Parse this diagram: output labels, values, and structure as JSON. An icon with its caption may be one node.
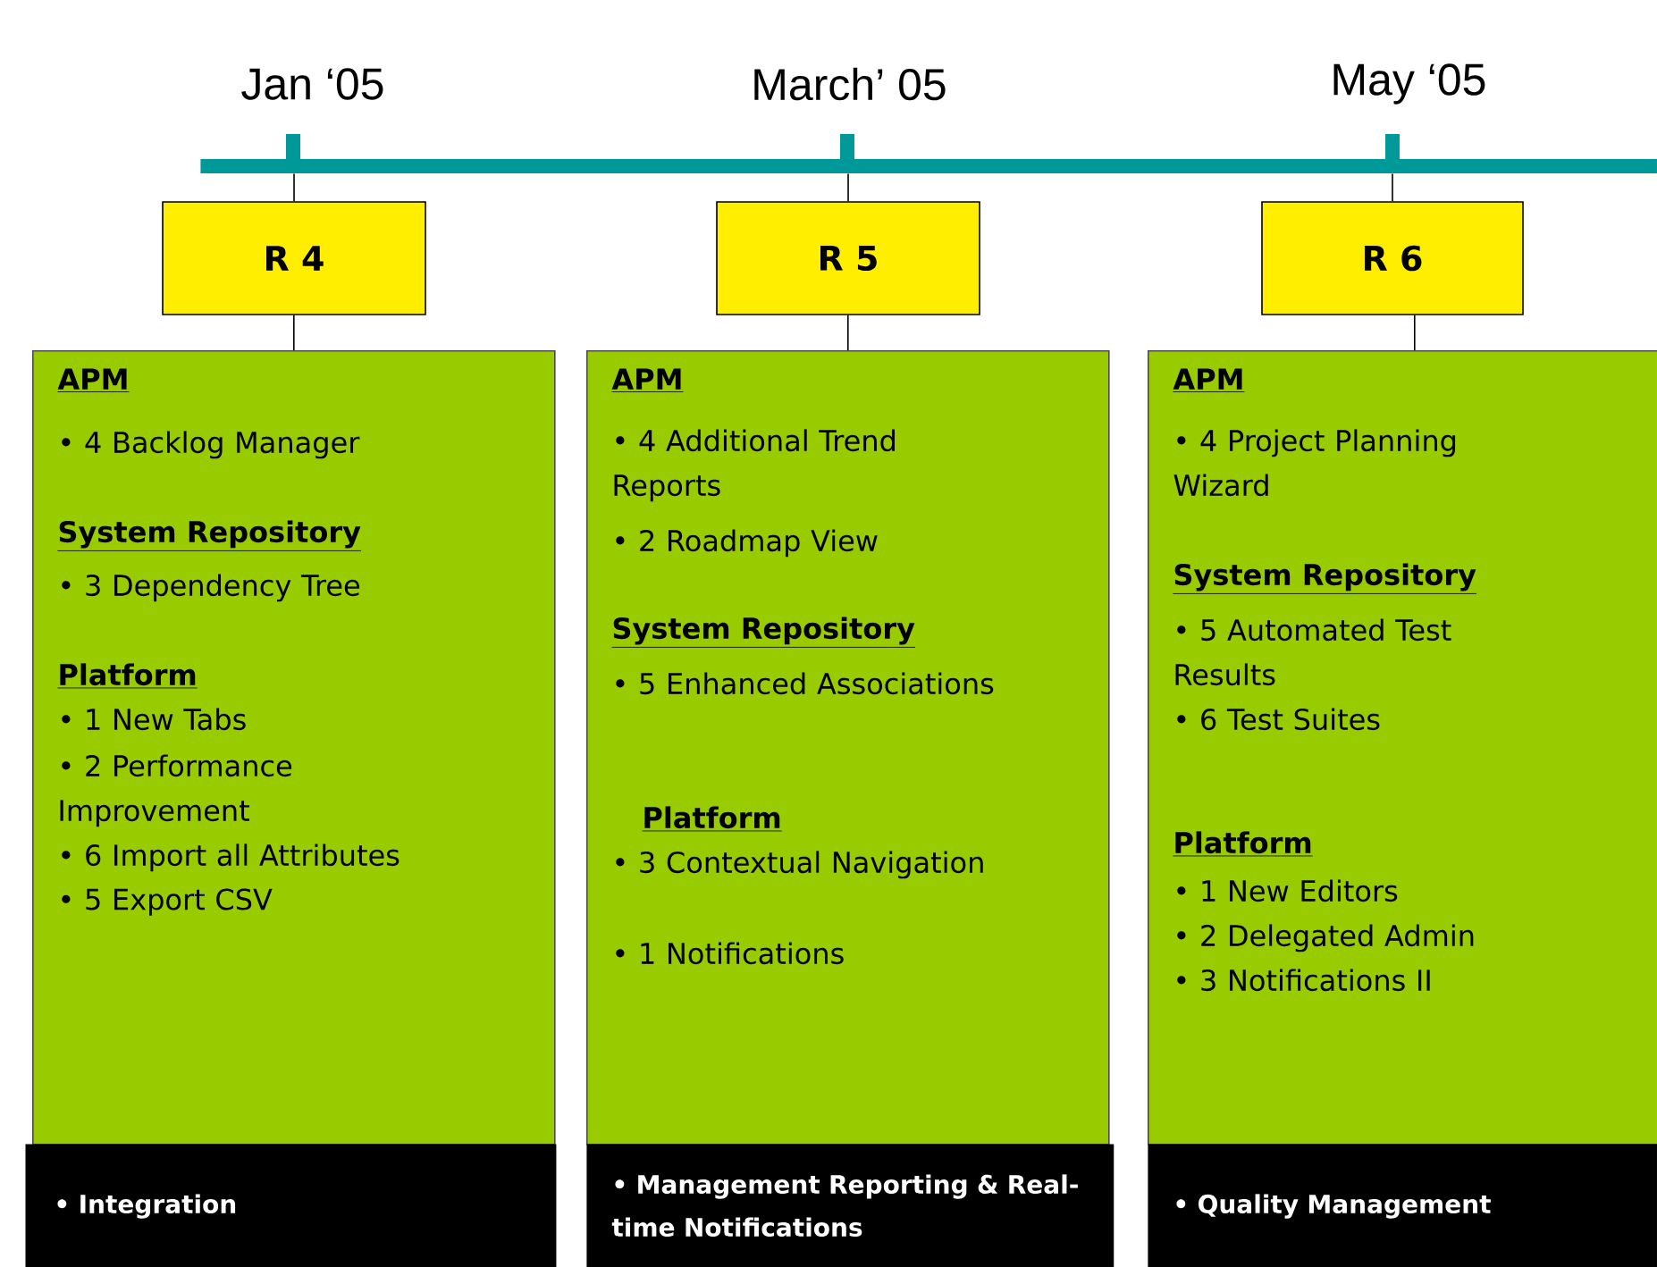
{
  "diagram": {
    "nodes": [
      {
        "text": [],
        "shape": "bar"
      },
      {
        "text": [
          "R 4"
        ]
      },
      {
        "text": [
          "R 5"
        ]
      },
      {
        "text": [
          "R 6"
        ]
      },
      {
        "text": [
          "APM",
          "• 4 Backlog Manager",
          "System Repository",
          "• 3 Dependency Tree",
          "Platform",
          "• 1 New Tabs",
          "• 2 Performance Improvement",
          "• 6 Import all Attributes",
          "• 5 Export CSV"
        ]
      },
      {
        "text": [
          "APM",
          "• 4 Additional Trend Reports",
          "• 2 Roadmap View",
          "System Repository",
          "• 5 Enhanced Associations",
          "Platform",
          "• 3 Contextual Navigation",
          "• 1 Notifications"
        ]
      },
      {
        "text": [
          "APM",
          "• 4 Project Planning Wizard",
          "System Repository",
          "• 5 Automated Test Results",
          "• 6 Test Suites",
          "Platform",
          "• 1 New Editors",
          "• 2 Delegated Admin",
          "• 3 Notifications II"
        ]
      },
      {
        "text": [
          "• Integration"
        ]
      },
      {
        "text": [
          "• Management Reporting & Real-time Notifications"
        ]
      },
      {
        "text": [
          "• Quality Management"
        ]
      }
    ],
    "edges": [
      {
        "from": 0,
        "to": 1,
        "arrow": "none"
      },
      {
        "from": 0,
        "to": 2,
        "arrow": "none"
      },
      {
        "from": 0,
        "to": 3,
        "arrow": "none"
      },
      {
        "from": 1,
        "to": 4,
        "arrow": "none"
      },
      {
        "from": 2,
        "to": 5,
        "arrow": "none"
      },
      {
        "from": 3,
        "to": 6,
        "arrow": "none"
      }
    ],
    "labels": [
      "Jan ‘05",
      "March’ 05",
      "May ‘05"
    ]
  }
}
